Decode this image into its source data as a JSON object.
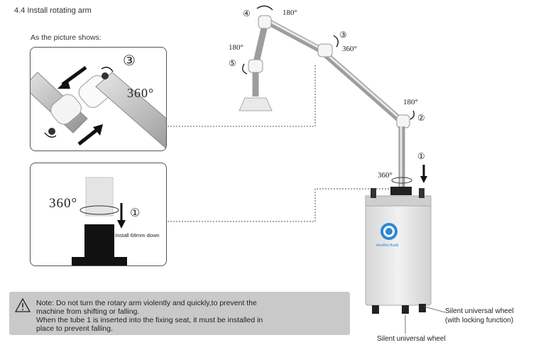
{
  "section_title": "4.4  Install rotating arm",
  "subtitle": "As the picture shows:",
  "panel_top": {
    "marker": "③",
    "angle": "360°"
  },
  "panel_bottom": {
    "angle": "360°",
    "marker": "①",
    "install_label": "Install 68mm down"
  },
  "arm_labels": {
    "joint4": "④",
    "joint4_angle": "180°",
    "joint5_angle": "180°",
    "joint5": "⑤",
    "joint3": "③",
    "joint3_angle": "360°",
    "joint2_angle": "180°",
    "joint2": "②",
    "joint1": "①",
    "joint1_angle": "360°"
  },
  "device": {
    "brand": "AneMoLHuaN"
  },
  "note": {
    "line1": "Note: Do not turn the rotary arm violently and quickly,to prevent the",
    "line2": "machine from shifting or falling.",
    "line3": "When the tube 1 is inserted into the fixing seat, it must be installed in",
    "line4": "place to prevent falling."
  },
  "wheels": {
    "locking_line1": "Silent universal wheel",
    "locking_line2": "(with locking function)",
    "plain": "Silent universal wheel"
  }
}
